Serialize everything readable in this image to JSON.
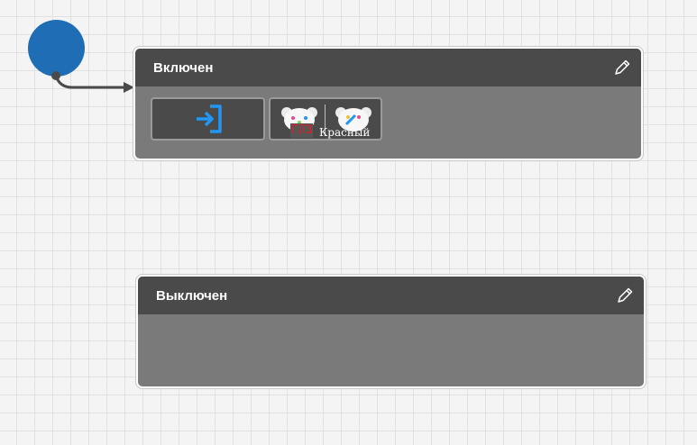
{
  "states": {
    "on": {
      "title": "Включен",
      "actions": [
        {
          "icon": "enter-icon"
        },
        {
          "icons": [
            "cat-icon",
            "cat-palette-icon"
          ],
          "tag": "ГЛЗ",
          "value": "Красный"
        }
      ]
    },
    "off": {
      "title": "Выключен"
    }
  },
  "icons": {
    "edit": "pencil-icon"
  },
  "colors": {
    "start_node": "#1f6db5",
    "header": "#4a4a4a",
    "body": "#7a7a7a",
    "enter_icon": "#2196f3",
    "tag_text": "#e21b22"
  }
}
